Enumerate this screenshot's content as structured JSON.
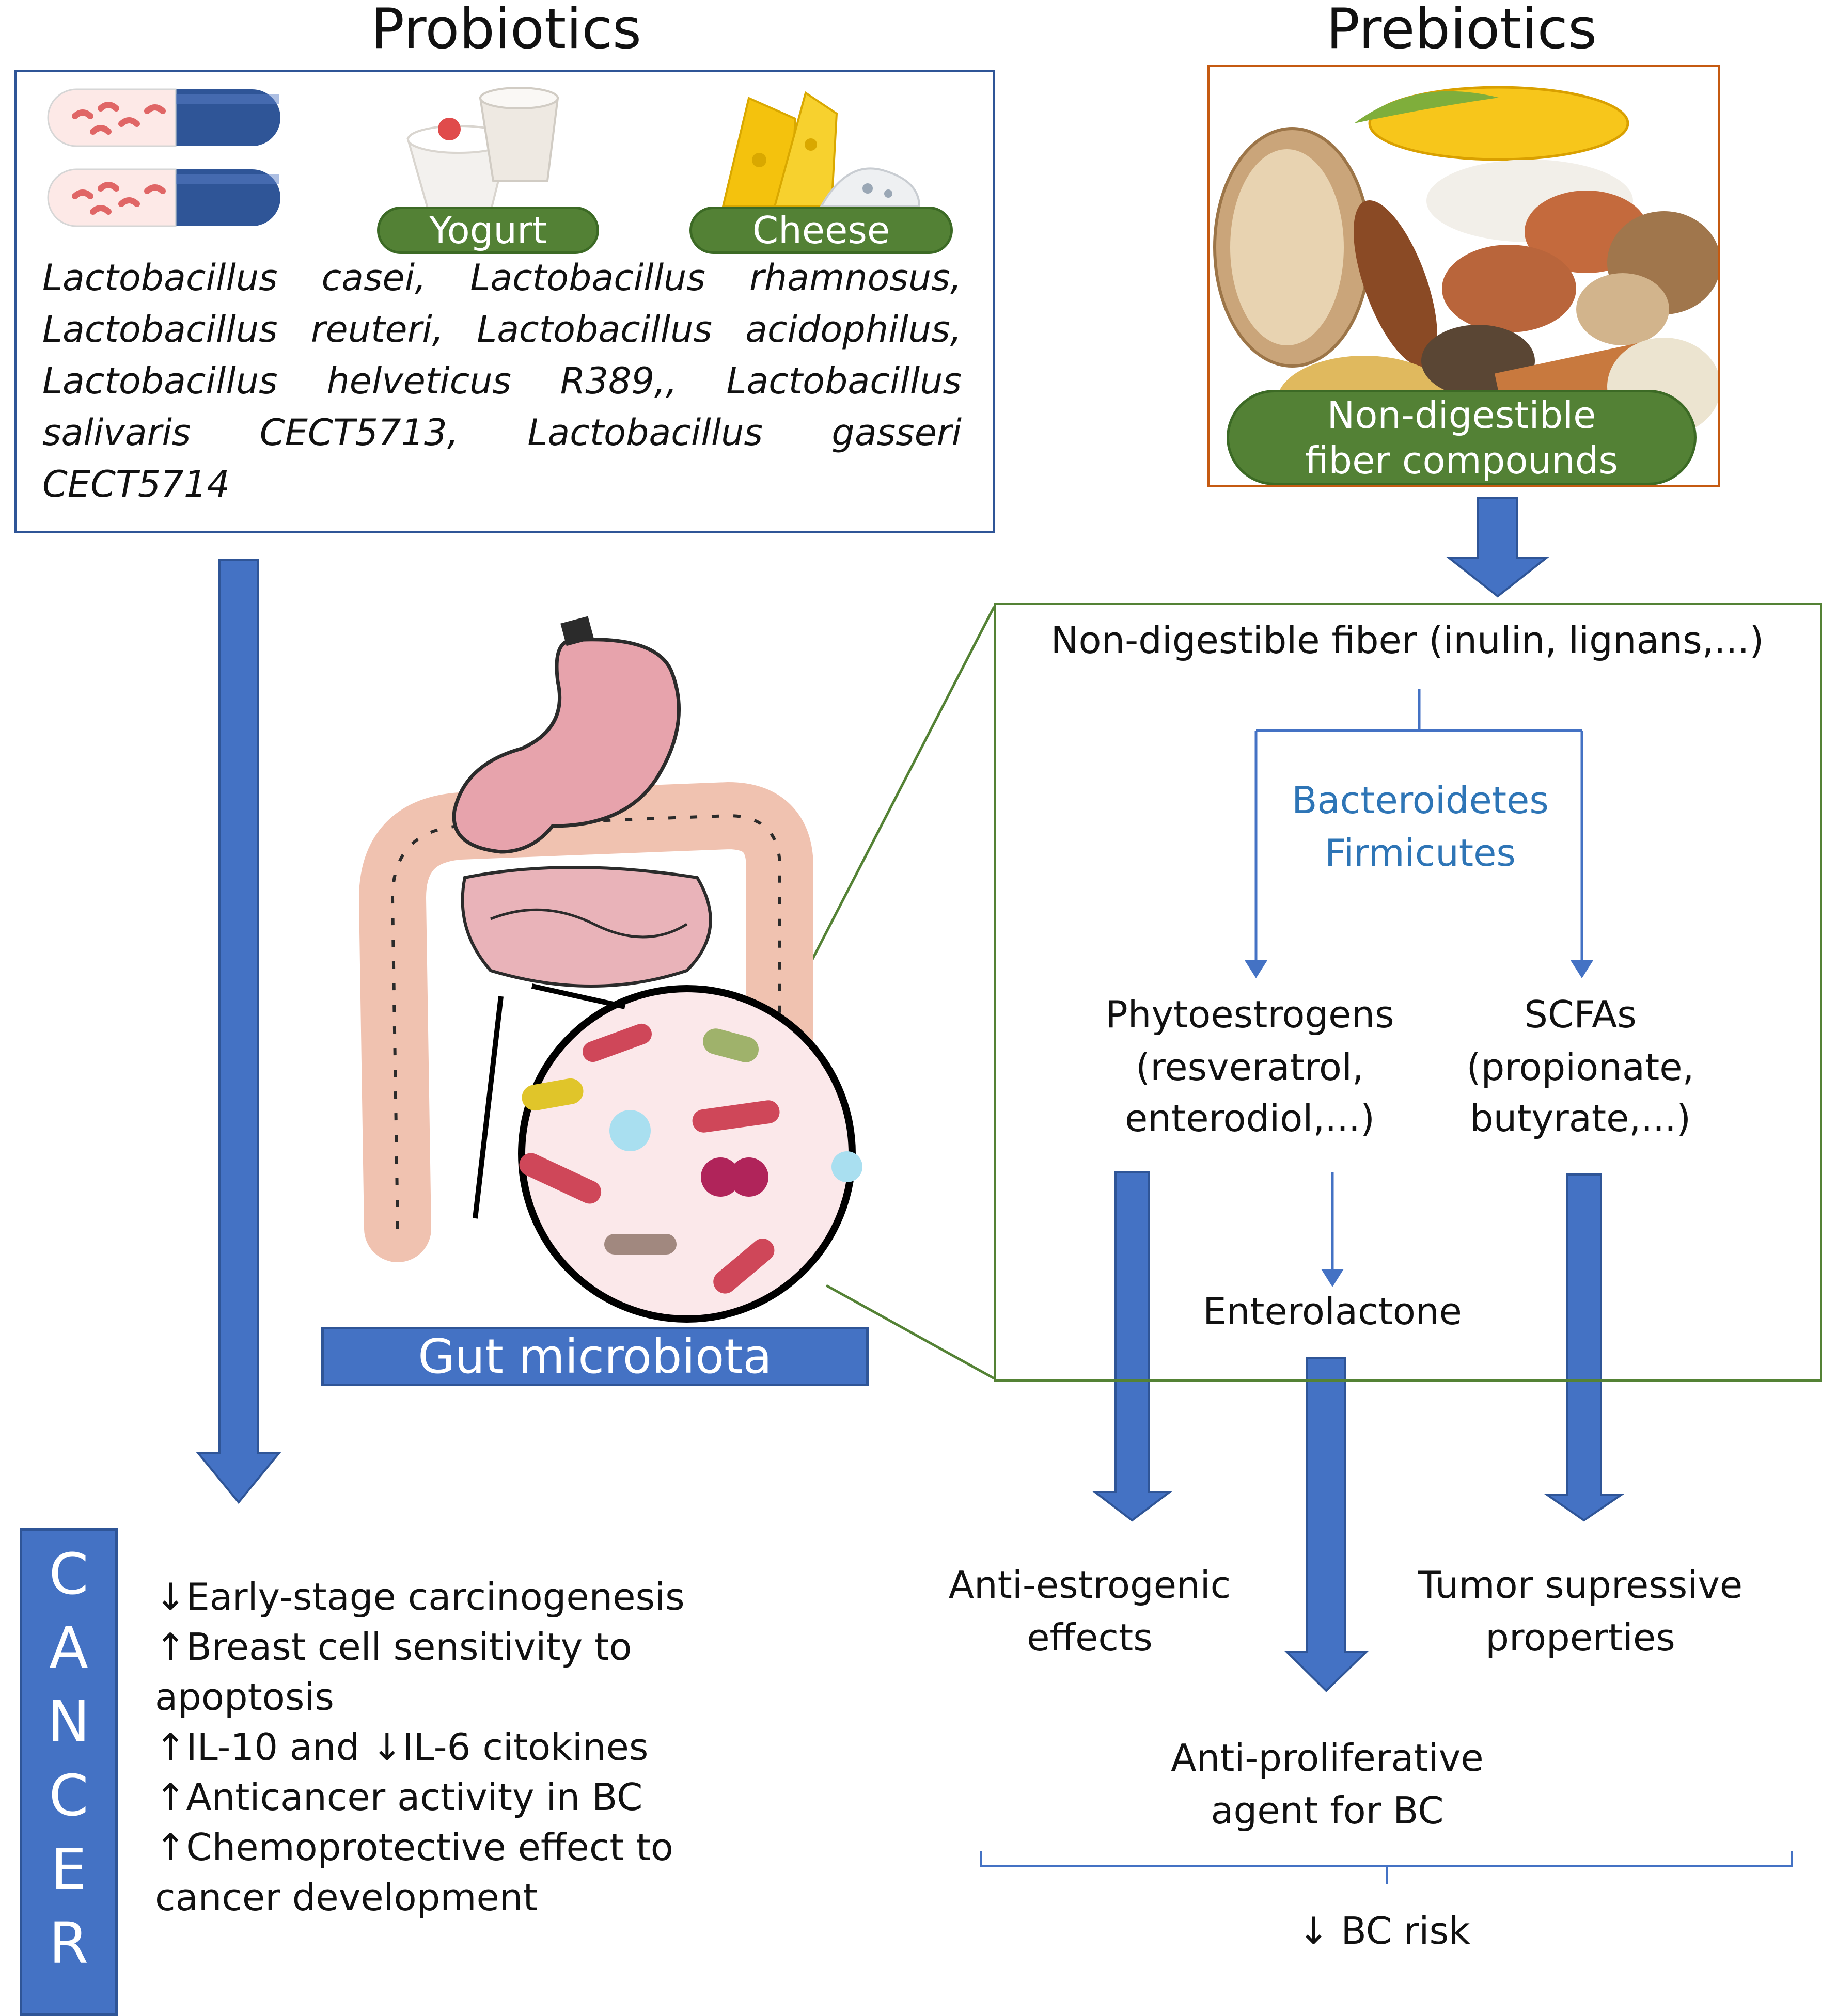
{
  "probiotics": {
    "title": "Probiotics",
    "yogurt_label": "Yogurt",
    "cheese_label": "Cheese",
    "species_text": "Lactobacillus casei, Lactobacillus rhamnosus, Lactobacillus reuteri, Lactobacillus acidophilus, Lactobacillus helveticus R389,, Lactobacillus salivaris CECT5713, Lactobacillus gasseri CECT5714"
  },
  "prebiotics": {
    "title": "Prebiotics",
    "pill_line1": "Non-digestible",
    "pill_line2": "fiber compounds"
  },
  "mechanism": {
    "fiber": "Non-digestible fiber (inulin, lignans,...)",
    "bacteria_line1": "Bacteroidetes",
    "bacteria_line2": "Firmicutes",
    "phyto_line1": "Phytoestrogens",
    "phyto_line2": "(resveratrol,",
    "phyto_line3": "enterodiol,...)",
    "scfa_line1": "SCFAs",
    "scfa_line2": "(propionate,",
    "scfa_line3": "butyrate,...)",
    "enterolactone": "Enterolactone"
  },
  "gut_label": "Gut microbiota",
  "cancer": {
    "letters": [
      "C",
      "A",
      "N",
      "C",
      "E",
      "R"
    ],
    "effects": [
      "↓Early-stage carcinogenesis",
      "↑Breast cell sensitivity to",
      "apoptosis",
      "↑IL-10 and ↓IL-6 citokines",
      "↑Anticancer activity in BC",
      "↑Chemoprotective effect to",
      "cancer development"
    ]
  },
  "outcomes": {
    "anti_estrogenic_line1": "Anti-estrogenic",
    "anti_estrogenic_line2": "effects",
    "tumor_line1": "Tumor supressive",
    "tumor_line2": "properties",
    "antiprolif_line1": "Anti-proliferative",
    "antiprolif_line2": "agent for BC",
    "risk": "↓ BC risk"
  },
  "colors": {
    "arrow_blue": "#4472c4",
    "bacteria_text": "#2e75b6",
    "green_pill": "#538135",
    "probiotics_border": "#2f5597",
    "prebiotics_border": "#c55a11",
    "mechanism_border": "#548235"
  }
}
